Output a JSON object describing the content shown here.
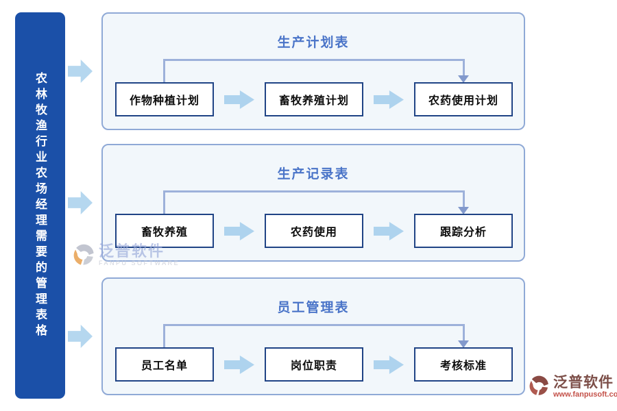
{
  "sidebar": {
    "title": "农林牧渔行业农场经理需要的管理表格"
  },
  "panels": [
    {
      "title": "生产计划表",
      "boxes": [
        "作物种植计划",
        "畜牧养殖计划",
        "农药使用计划"
      ]
    },
    {
      "title": "生产记录表",
      "boxes": [
        "畜牧养殖",
        "农药使用",
        "跟踪分析"
      ]
    },
    {
      "title": "员工管理表",
      "boxes": [
        "员工名单",
        "岗位职责",
        "考核标准"
      ]
    }
  ],
  "watermarks": {
    "mid": {
      "brand": "泛普软件",
      "subtitle": "FANPU SOFTWARE"
    },
    "bottom_right": {
      "brand": "泛普软件",
      "subtitle": "www.fanpusoft.com"
    }
  },
  "colors": {
    "sidebar_bg": "#1b50a8",
    "panel_bg": "#f2f7fb",
    "panel_border": "#8fa9d6",
    "box_border": "#1f4385",
    "flow_arrow": "#aed3ee",
    "connector": "#9db1da",
    "title_text": "#4a74c8",
    "watermark_red": "#c4524a"
  }
}
